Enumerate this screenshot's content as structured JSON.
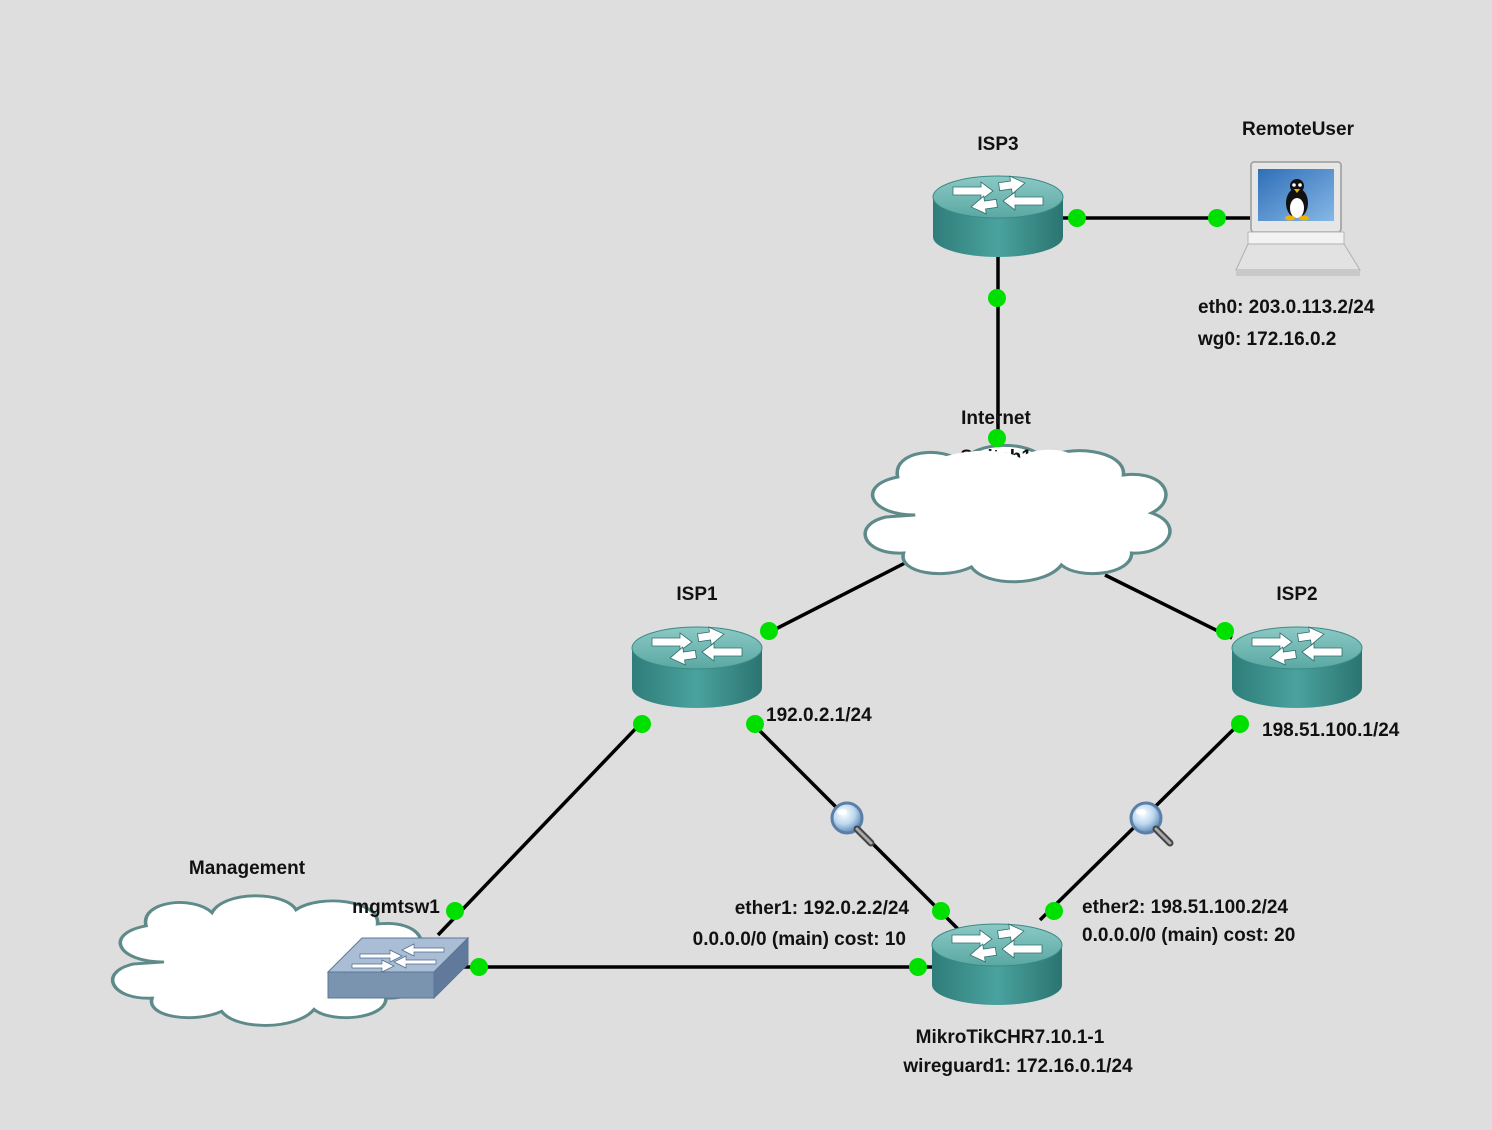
{
  "nodes": {
    "isp3": {
      "name": "ISP3"
    },
    "remote_user": {
      "name": "RemoteUser",
      "iface_eth0": "eth0: 203.0.113.2/24",
      "iface_wg0": "wg0: 172.16.0.2"
    },
    "internet": {
      "name": "Internet",
      "hidden_label": "Switch1"
    },
    "isp1": {
      "name": "ISP1",
      "iface": "192.0.2.1/24"
    },
    "isp2": {
      "name": "ISP2",
      "iface": "198.51.100.1/24"
    },
    "management": {
      "name": "Management"
    },
    "mgmtsw1": {
      "name": "mgmtsw1"
    },
    "mikrotik": {
      "name": "MikroTikCHR7.10.1-1",
      "wireguard": "wireguard1: 172.16.0.1/24",
      "ether1": "ether1: 192.0.2.2/24",
      "ether1_route": "0.0.0.0/0 (main) cost: 10",
      "ether2": "ether2: 198.51.100.2/24",
      "ether2_route": "0.0.0.0/0 (main) cost: 20"
    }
  },
  "colors": {
    "background": "#dedede",
    "router": "#3d8f8c",
    "router_top": "#6db4b0",
    "port": "#00e000",
    "cloud_stroke": "#5f8a8a",
    "switch": "#7a94b0"
  },
  "icons": [
    "router-icon",
    "laptop-linux-icon",
    "cloud-icon",
    "switch-icon",
    "capture-magnifier-icon"
  ]
}
